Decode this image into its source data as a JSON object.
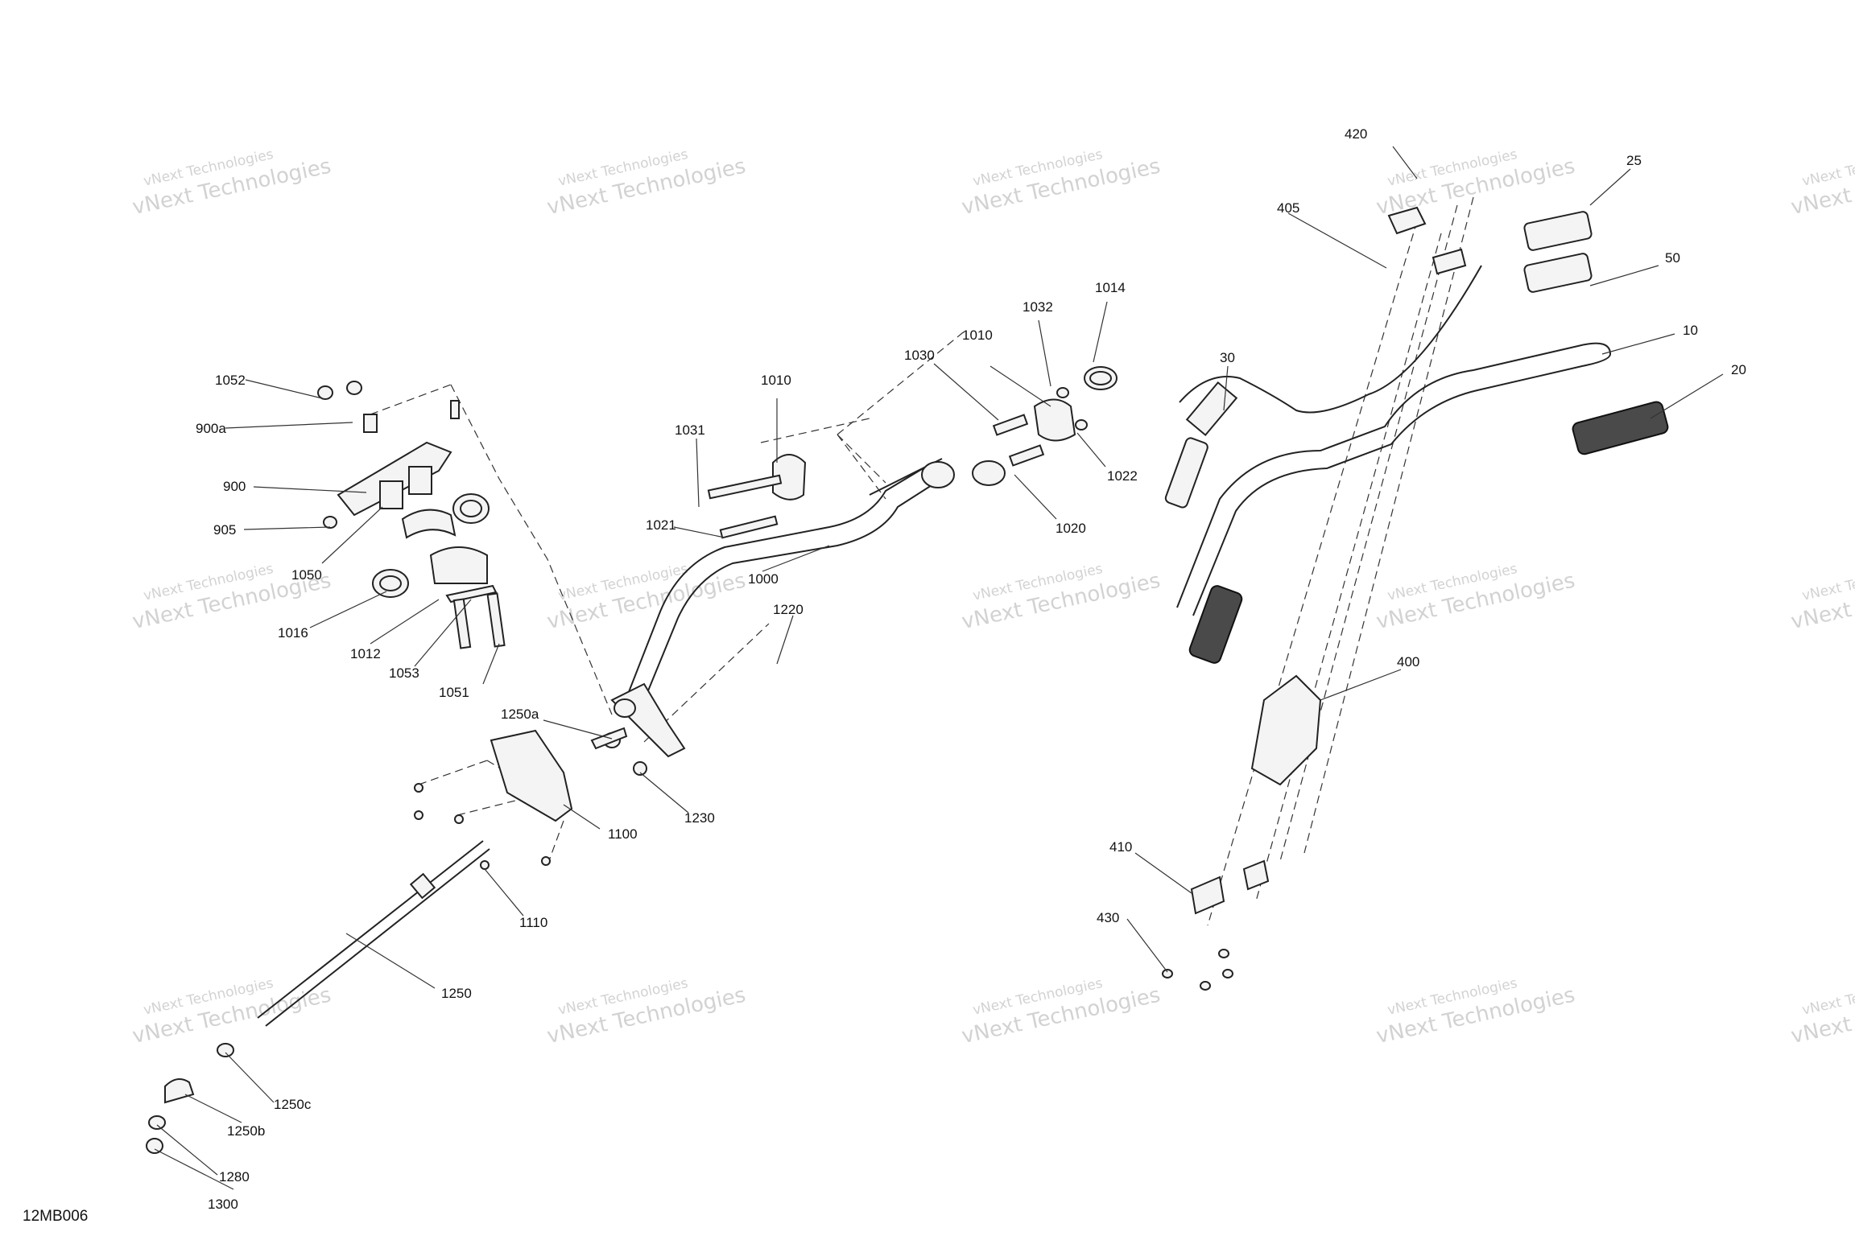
{
  "diagram_code": "12MB006",
  "watermark": {
    "line1": "vNext Technologies",
    "line2": "vNext Technologies"
  },
  "callouts": [
    {
      "id": "c420",
      "label": "420"
    },
    {
      "id": "c25",
      "label": "25"
    },
    {
      "id": "c405",
      "label": "405"
    },
    {
      "id": "c50",
      "label": "50"
    },
    {
      "id": "c1014",
      "label": "1014"
    },
    {
      "id": "c1032",
      "label": "1032"
    },
    {
      "id": "c30",
      "label": "30"
    },
    {
      "id": "c10",
      "label": "10"
    },
    {
      "id": "c1010a",
      "label": "1010"
    },
    {
      "id": "c1030",
      "label": "1030"
    },
    {
      "id": "c20",
      "label": "20"
    },
    {
      "id": "c1052",
      "label": "1052"
    },
    {
      "id": "c1010b",
      "label": "1010"
    },
    {
      "id": "c900a",
      "label": "900a"
    },
    {
      "id": "c1031",
      "label": "1031"
    },
    {
      "id": "c1022",
      "label": "1022"
    },
    {
      "id": "c900",
      "label": "900"
    },
    {
      "id": "c905",
      "label": "905"
    },
    {
      "id": "c1021",
      "label": "1021"
    },
    {
      "id": "c1020",
      "label": "1020"
    },
    {
      "id": "c1050",
      "label": "1050"
    },
    {
      "id": "c1000",
      "label": "1000"
    },
    {
      "id": "c1016",
      "label": "1016"
    },
    {
      "id": "c1220",
      "label": "1220"
    },
    {
      "id": "c1012",
      "label": "1012"
    },
    {
      "id": "c1053",
      "label": "1053"
    },
    {
      "id": "c400",
      "label": "400"
    },
    {
      "id": "c1051",
      "label": "1051"
    },
    {
      "id": "c1250a",
      "label": "1250a"
    },
    {
      "id": "c1230",
      "label": "1230"
    },
    {
      "id": "c1100",
      "label": "1100"
    },
    {
      "id": "c410",
      "label": "410"
    },
    {
      "id": "c1110",
      "label": "1110"
    },
    {
      "id": "c430",
      "label": "430"
    },
    {
      "id": "c1250",
      "label": "1250"
    },
    {
      "id": "c1250c",
      "label": "1250c"
    },
    {
      "id": "c1250b",
      "label": "1250b"
    },
    {
      "id": "c1280",
      "label": "1280"
    },
    {
      "id": "c1300",
      "label": "1300"
    }
  ]
}
